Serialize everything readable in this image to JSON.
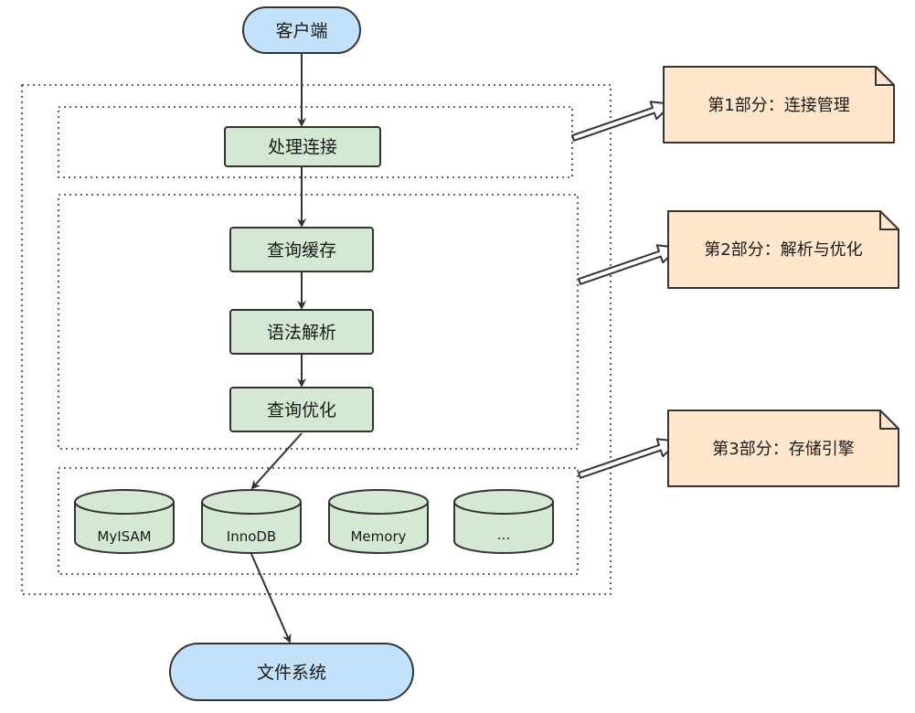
{
  "client": {
    "label": "客户端"
  },
  "connection": {
    "label": "处理连接"
  },
  "parsing": {
    "cache": "查询缓存",
    "parse": "语法解析",
    "optimize": "查询优化"
  },
  "engines": [
    {
      "label": "MyISAM"
    },
    {
      "label": "InnoDB"
    },
    {
      "label": "Memory"
    },
    {
      "label": "…"
    }
  ],
  "filesystem": {
    "label": "文件系统"
  },
  "notes": [
    {
      "label": "第1部分：连接管理"
    },
    {
      "label": "第2部分：解析与优化"
    },
    {
      "label": "第3部分：存储引擎"
    }
  ],
  "colors": {
    "terminal_fill": "#c4e1fb",
    "process_fill": "#d5e8d4",
    "engine_fill": "#d5e8d4",
    "note_fill": "#ffe6cc",
    "stroke": "#333333"
  }
}
